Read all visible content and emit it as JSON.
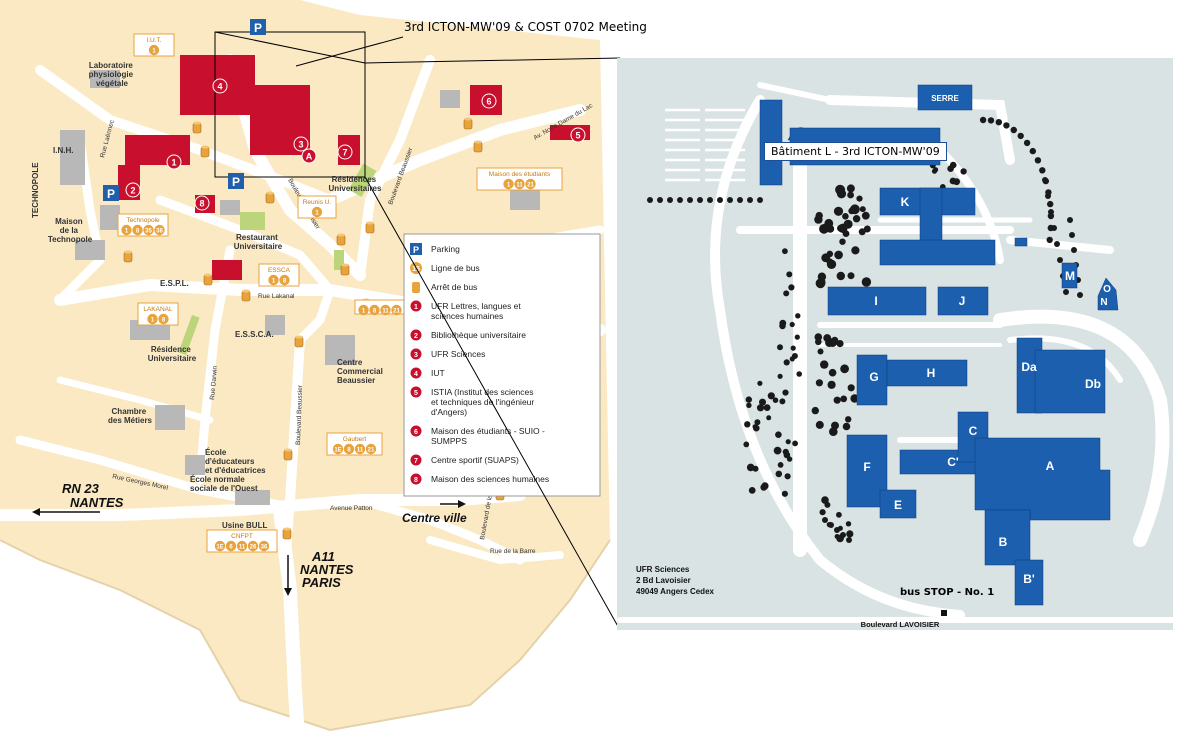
{
  "annotation_title": "3rd ICTON-MW'09 & COST 0702 Meeting",
  "left_map": {
    "title_lines": [
      "Technopole"
    ],
    "labels": {
      "laboratoire": [
        "Laboratoire",
        "physiologie",
        "végétale"
      ],
      "inh": "I.N.H.",
      "technopole": "TECHNOPOLE",
      "maison_technopole": [
        "Maison",
        "de la",
        "Technopole"
      ],
      "iut": "I.U.T.",
      "residences": [
        "Résidences",
        "Universitaires"
      ],
      "restaurant": [
        "Restaurant",
        "Universitaire"
      ],
      "espl": "E.S.P.L.",
      "essca_label": "E.S.S.C.A.",
      "residence_univ": [
        "Résidence",
        "Universitaire"
      ],
      "chambre": [
        "Chambre",
        "des Métiers"
      ],
      "ecole_educateurs": [
        "École",
        "d'éducateurs",
        "et d'éducatrices"
      ],
      "ecole_normale": [
        "École normale",
        "sociale de l'Ouest"
      ],
      "centre_commercial": [
        "Centre",
        "Commercial",
        "Beaussier"
      ],
      "usine_bull": "Usine BULL",
      "rn23": [
        "RN 23",
        "NANTES"
      ],
      "centre_ville": "Centre ville",
      "a11": [
        "A11",
        "NANTES",
        "PARIS"
      ]
    },
    "streets": {
      "rue_laennec": "Rue Laënnec",
      "bd_lavoisier": "Boulevard Lavoisier",
      "bd_beaussier_top": "Boulevard Beaussier",
      "bd_beaussier": "Boulevard Beaussier",
      "av_notre_dame": "Av. Notre Dame du Lac",
      "rue_lakanal": "Rue Lakanal",
      "rue_darwin": "Rue Darwin",
      "rue_georges_morel": "Rue Georges Morel",
      "avenue_patton": "Avenue Patton",
      "bd_licorne": "Boulevard de la Licorne",
      "rue_barre": "Rue de la Barre"
    },
    "bus_boxes": {
      "iut": "I.U.T.",
      "technopole": "Technopole",
      "technopole_lines": [
        "1",
        "8",
        "35",
        "38"
      ],
      "reunis": "Reunis U.",
      "maison_etudiants": "Maison des étudiants",
      "maison_lines": [
        "1",
        "11",
        "21"
      ],
      "essca": "ESSCA",
      "essca_lines": [
        "1",
        "8"
      ],
      "lakanal": "LAKANAL",
      "lakanal_lines": [
        "1",
        "8"
      ],
      "beaussier_lines": [
        "1",
        "8",
        "11",
        "21"
      ],
      "gaubert": "Gaubert",
      "gaubert_lines": [
        "1E",
        "8",
        "11",
        "21"
      ],
      "cnfpt": "CNFPT",
      "cnfpt_lines": [
        "1E",
        "6",
        "11",
        "26",
        "36"
      ]
    },
    "building_numbers": [
      "1",
      "2",
      "3",
      "4",
      "5",
      "6",
      "7",
      "8"
    ],
    "building_A": "A"
  },
  "legend": {
    "items": [
      {
        "symbol": "P",
        "text": "Parking"
      },
      {
        "symbol": "15",
        "text": "Ligne de bus"
      },
      {
        "symbol": "bus",
        "text": "Arrêt de bus"
      },
      {
        "symbol": "1",
        "text": "UFR Lettres, langues et sciences humaines"
      },
      {
        "symbol": "2",
        "text": "Bibliothèque universitaire"
      },
      {
        "symbol": "3",
        "text": "UFR Sciences"
      },
      {
        "symbol": "4",
        "text": "IUT"
      },
      {
        "symbol": "5",
        "text": "ISTIA (Institut des sciences et techniques de l'ingénieur d'Angers)"
      },
      {
        "symbol": "6",
        "text": "Maison des étudiants - SUIO - SUMPPS"
      },
      {
        "symbol": "7",
        "text": "Centre sportif (SUAPS)"
      },
      {
        "symbol": "8",
        "text": "Maison des sciences humaines"
      }
    ]
  },
  "right_map": {
    "callout_batiment": "Bâtiment L - 3rd ICTON-MW'09",
    "callout_bus": "bus STOP - No. 1",
    "address": [
      "UFR Sciences",
      "2 Bd Lavoisier",
      "49049 Angers Cedex"
    ],
    "boulevard": "Boulevard LAVOISIER",
    "serre": "SERRE",
    "buildings": [
      "K",
      "I",
      "J",
      "G",
      "H",
      "F",
      "E",
      "C",
      "C'",
      "A",
      "B",
      "B'",
      "Da",
      "Db",
      "M",
      "N",
      "O"
    ]
  },
  "colors": {
    "map_bg": "#fbe9c4",
    "road": "#ffffff",
    "university_red": "#c8102e",
    "bus_orange": "#e8a33c",
    "campus_bg": "#d9e3e4",
    "building_blue": "#1c5fae",
    "parking_blue": "#2060ab"
  }
}
